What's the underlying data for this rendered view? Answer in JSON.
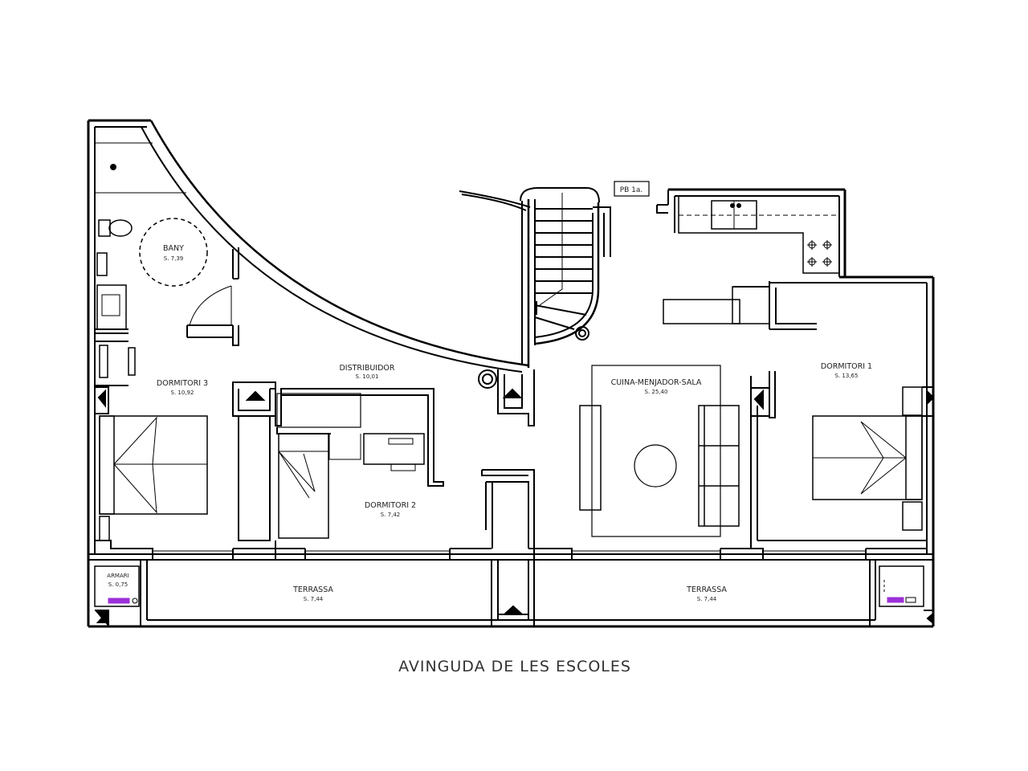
{
  "plan": {
    "level_tag": "PB 1a.",
    "street": "AVINGUDA DE LES ESCOLES",
    "rooms": {
      "bany": {
        "name": "BANY",
        "area": "S. 7,39"
      },
      "distribuidor": {
        "name": "DISTRIBUIDOR",
        "area": "S. 10,01"
      },
      "dormitori3": {
        "name": "DORMITORI 3",
        "area": "S. 10,92"
      },
      "dormitori2": {
        "name": "DORMITORI 2",
        "area": "S. 7,42"
      },
      "cuina": {
        "name": "CUINA-MENJADOR-SALA",
        "area": "S. 25,40"
      },
      "dormitori1": {
        "name": "DORMITORI 1",
        "area": "S. 13,65"
      },
      "terrassa_left": {
        "name": "TERRASSA",
        "area": "S. 7,44"
      },
      "terrassa_right": {
        "name": "TERRASSA",
        "area": "S. 7,44"
      },
      "armari": {
        "name": "ARMARI",
        "area": "S. 0,75"
      }
    },
    "colors": {
      "line": "#000000",
      "meter_accent": "#9b30d9"
    }
  }
}
